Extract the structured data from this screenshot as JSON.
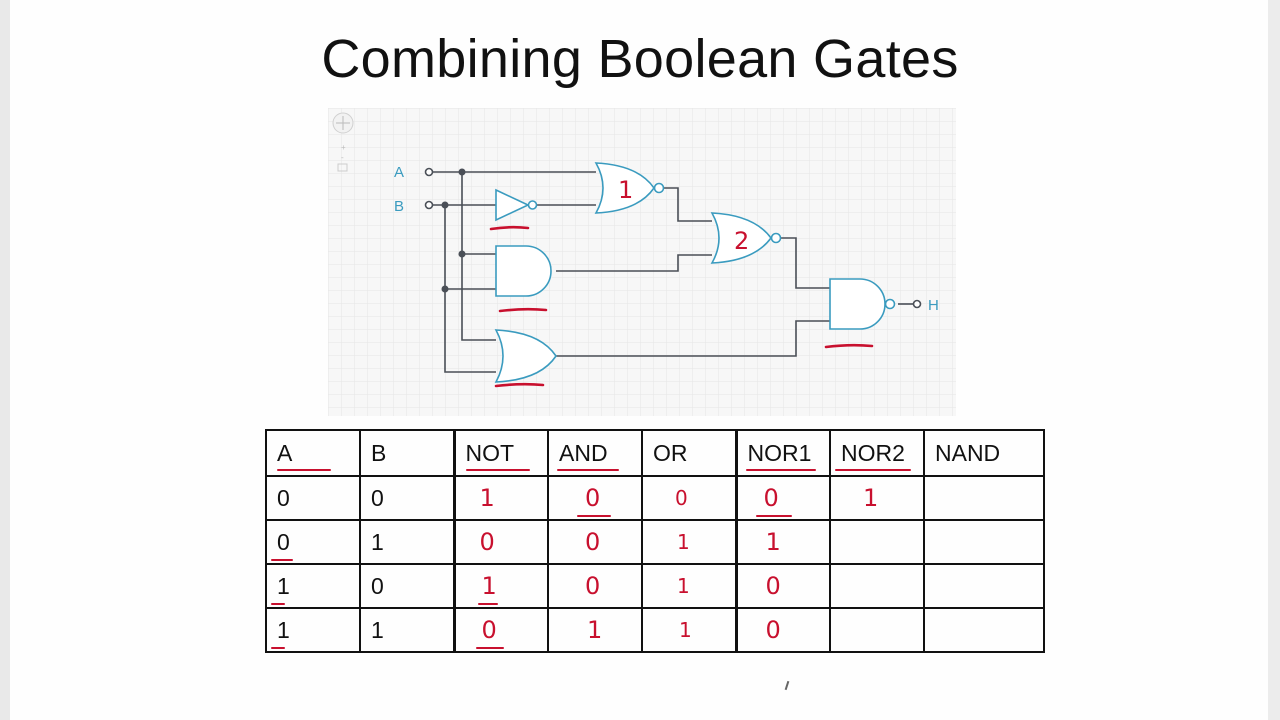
{
  "slide": {
    "title": "Combining Boolean Gates"
  },
  "circuit": {
    "input_a": "A",
    "input_b": "B",
    "output": "H",
    "gate_annotations": [
      "1",
      "2"
    ]
  },
  "table": {
    "headers": [
      "A",
      "B",
      "NOT",
      "AND",
      "OR",
      "NOR1",
      "NOR2",
      "NAND"
    ],
    "rows": [
      [
        "0",
        "0",
        "1",
        "0",
        "0",
        "0",
        "1",
        ""
      ],
      [
        "0",
        "1",
        "0",
        "0",
        "1",
        "1",
        "",
        ""
      ],
      [
        "1",
        "0",
        "1",
        "0",
        "1",
        "0",
        "",
        ""
      ],
      [
        "1",
        "1",
        "0",
        "1",
        "1",
        "0",
        "",
        ""
      ]
    ],
    "printed_columns": [
      0,
      1
    ],
    "handwritten_columns": [
      2,
      3,
      4,
      5,
      6,
      7
    ]
  },
  "colors": {
    "wire": "#4a4f57",
    "gate_stroke": "#3a9bbf",
    "pen": "#c8102e",
    "grid": "#e2e2e2"
  }
}
